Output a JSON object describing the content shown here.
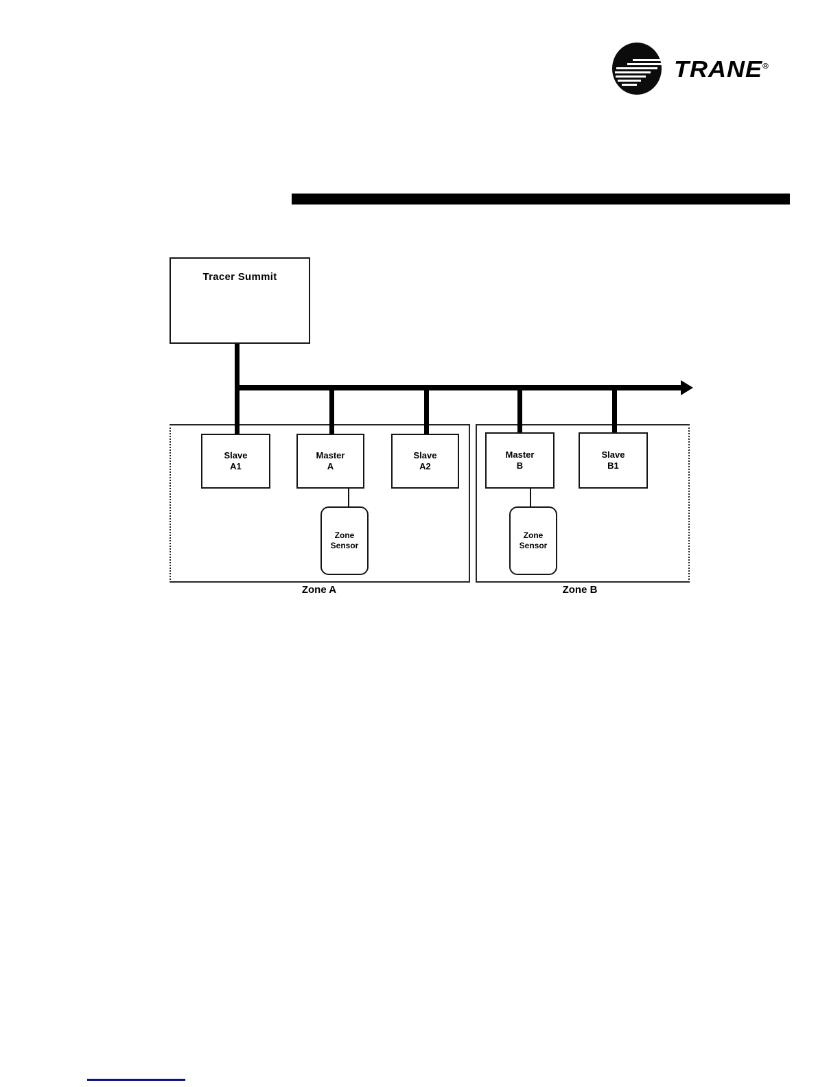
{
  "logo": {
    "brand": "TRANE",
    "registered": "®"
  },
  "diagram": {
    "controller": {
      "label": "Tracer Summit"
    },
    "zones": [
      {
        "label": "Zone A",
        "devices": [
          {
            "line1": "Slave",
            "line2": "A1"
          },
          {
            "line1": "Master",
            "line2": "A"
          },
          {
            "line1": "Slave",
            "line2": "A2"
          }
        ],
        "sensor": {
          "line1": "Zone",
          "line2": "Sensor"
        }
      },
      {
        "label": "Zone B",
        "devices": [
          {
            "line1": "Master",
            "line2": "B"
          },
          {
            "line1": "Slave",
            "line2": "B1"
          }
        ],
        "sensor": {
          "line1": "Zone",
          "line2": "Sensor"
        }
      }
    ]
  },
  "colors": {
    "wire": "#000000",
    "footer_rule": "#10107e"
  }
}
